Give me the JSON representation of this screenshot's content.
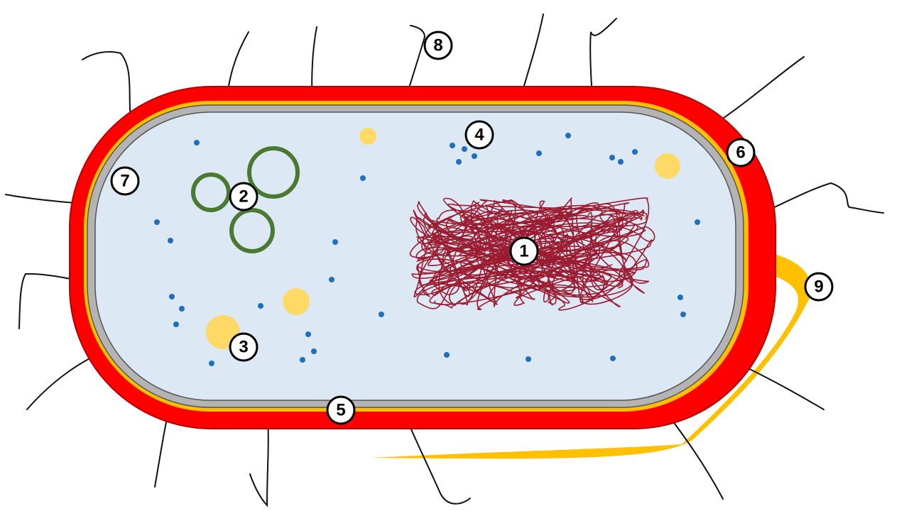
{
  "diagram": {
    "colors": {
      "background": "#ffffff",
      "capsule": "#ff0000",
      "capsule_edge": "#b30000",
      "cell_wall": "#ffc000",
      "membrane": "#b4b4b4",
      "membrane_edge": "#555555",
      "cytoplasm": "#dde8f5",
      "nucleoid": "#9b1b30",
      "plasmid": "#4a7a32",
      "inclusion": "#ffd966",
      "ribosome": "#1f6fbf",
      "pili": "#111111",
      "flagellum": "#ffc000",
      "label_fill": "#ffffff",
      "label_stroke": "#000000"
    },
    "labels": [
      {
        "id": "nucleoid",
        "text": "1"
      },
      {
        "id": "plasmids",
        "text": "2"
      },
      {
        "id": "inclusions",
        "text": "3"
      },
      {
        "id": "ribosomes",
        "text": "4"
      },
      {
        "id": "plasma-membrane",
        "text": "5"
      },
      {
        "id": "capsule",
        "text": "6"
      },
      {
        "id": "cell-wall",
        "text": "7"
      },
      {
        "id": "pilus",
        "text": "8"
      },
      {
        "id": "flagellum",
        "text": "9"
      }
    ]
  }
}
